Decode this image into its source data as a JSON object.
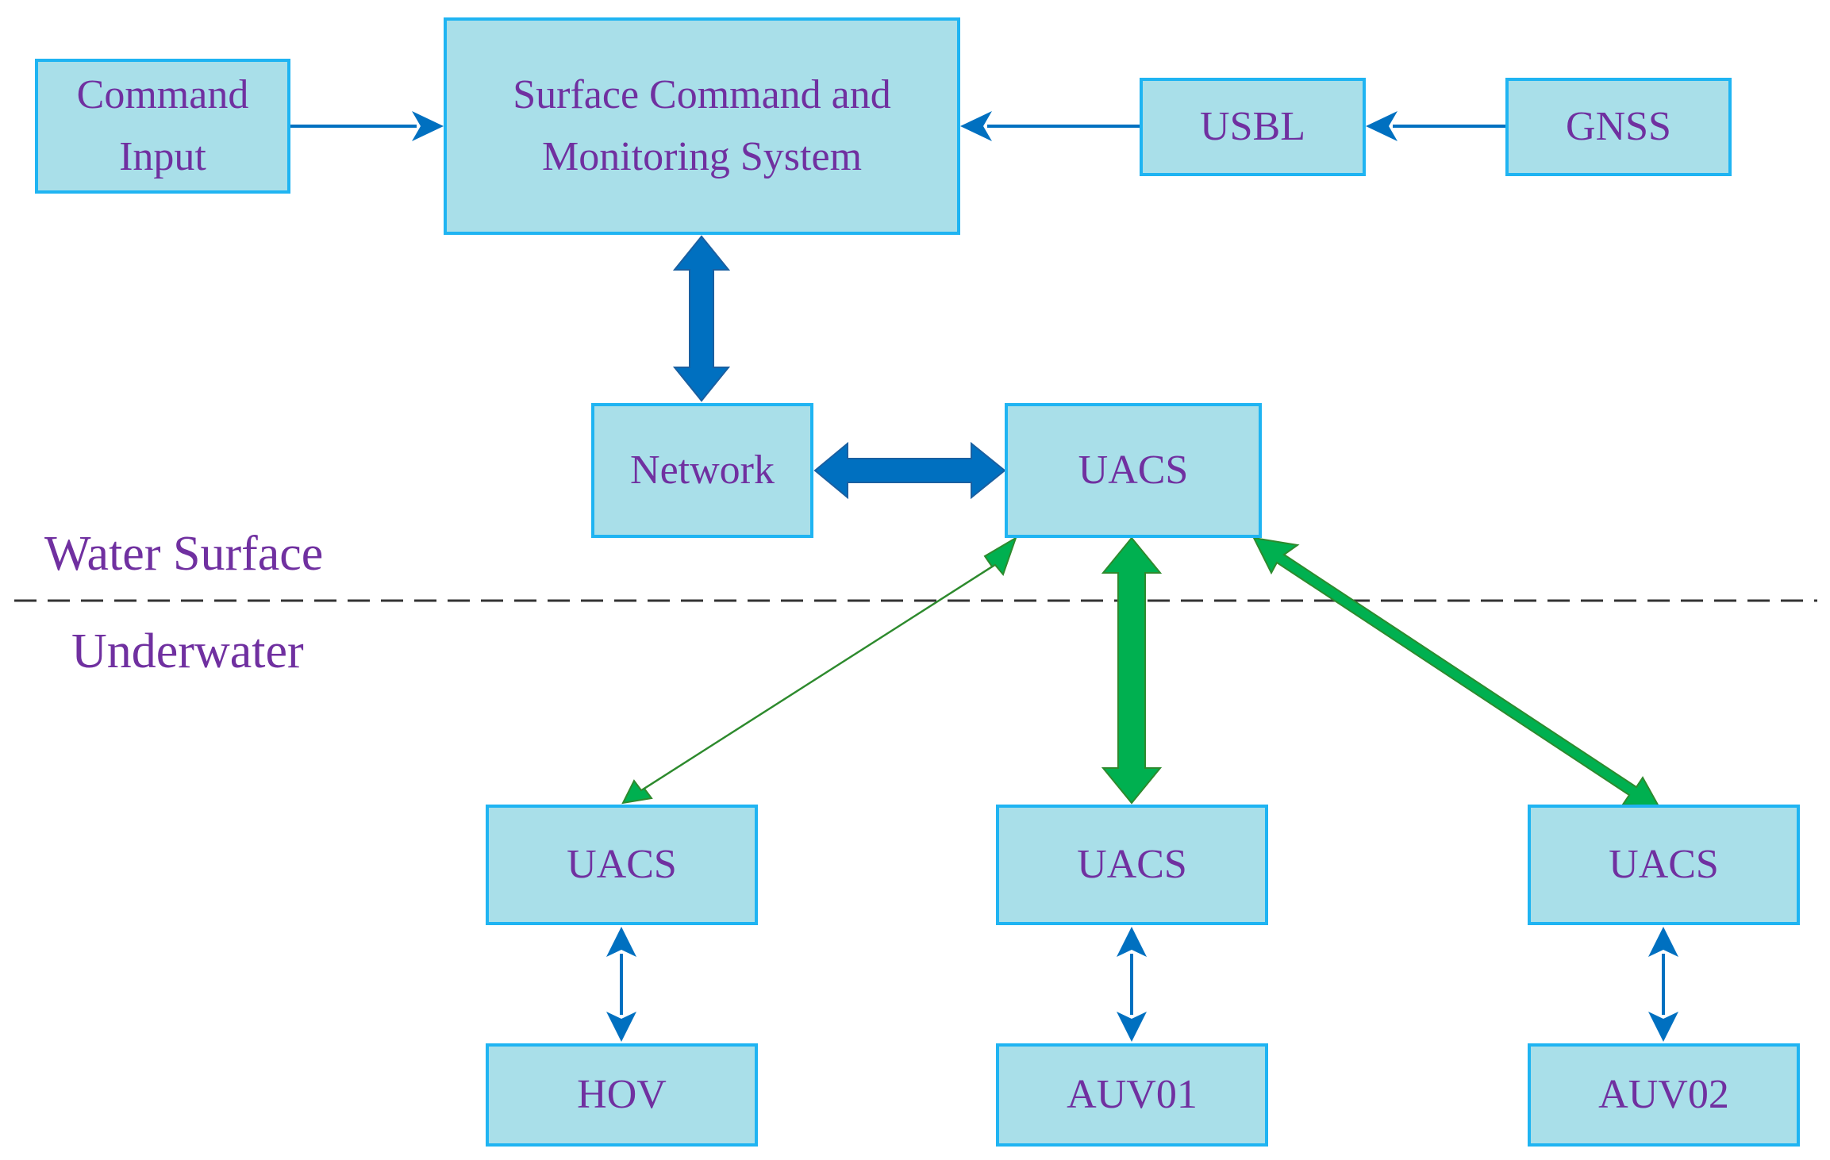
{
  "colors": {
    "box_fill": "#a9dfe9",
    "box_border": "#1fb4f2",
    "text": "#7030a0",
    "blue_arrow": "#0070c0",
    "green_arrow": "#00b050",
    "dashed_line": "#333333"
  },
  "boxes": {
    "command_input": {
      "line1": "Command",
      "line2": "Input"
    },
    "surface_system": {
      "line1": "Surface Command and",
      "line2": "Monitoring System"
    },
    "usbl": "USBL",
    "gnss": "GNSS",
    "network": "Network",
    "uacs_surface": "UACS",
    "uacs_hov": "UACS",
    "uacs_auv01": "UACS",
    "uacs_auv02": "UACS",
    "hov": "HOV",
    "auv01": "AUV01",
    "auv02": "AUV02"
  },
  "regions": {
    "water_surface": "Water Surface",
    "underwater": "Underwater"
  },
  "connections": [
    {
      "from": "Command Input",
      "to": "Surface Command and Monitoring System",
      "direction": "one-way",
      "style": "thin-blue"
    },
    {
      "from": "USBL",
      "to": "Surface Command and Monitoring System",
      "direction": "one-way",
      "style": "thin-blue"
    },
    {
      "from": "GNSS",
      "to": "USBL",
      "direction": "one-way",
      "style": "thin-blue"
    },
    {
      "from": "Surface Command and Monitoring System",
      "to": "Network",
      "direction": "two-way",
      "style": "block-blue"
    },
    {
      "from": "Network",
      "to": "UACS",
      "direction": "two-way",
      "style": "block-blue"
    },
    {
      "from": "UACS",
      "to": "UACS (HOV)",
      "direction": "two-way",
      "style": "block-green"
    },
    {
      "from": "UACS",
      "to": "UACS (AUV01)",
      "direction": "two-way",
      "style": "block-green"
    },
    {
      "from": "UACS",
      "to": "UACS (AUV02)",
      "direction": "two-way",
      "style": "block-green"
    },
    {
      "from": "UACS",
      "to": "HOV",
      "direction": "two-way",
      "style": "thin-blue"
    },
    {
      "from": "UACS",
      "to": "AUV01",
      "direction": "two-way",
      "style": "thin-blue"
    },
    {
      "from": "UACS",
      "to": "AUV02",
      "direction": "two-way",
      "style": "thin-blue"
    }
  ]
}
